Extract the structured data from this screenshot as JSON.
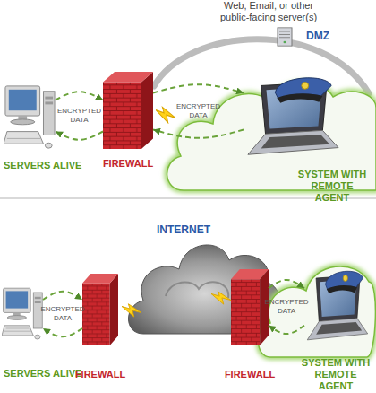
{
  "diagram": {
    "nodes": [
      {
        "text": [
          "Web, Email, or other public-facing server(s)",
          "DMZ"
        ]
      },
      {
        "text": [
          "SERVERS ALIVE"
        ]
      },
      {
        "text": [
          "FIREWALL"
        ]
      },
      {
        "text": [
          "SYSTEM WITH REMOTE AGENT"
        ]
      },
      {
        "text": [
          "INTERNET"
        ]
      },
      {
        "text": [
          "SERVERS ALIVE"
        ]
      },
      {
        "text": [
          "FIREWALL"
        ]
      },
      {
        "text": [
          "FIREWALL"
        ]
      },
      {
        "text": [
          "SYSTEM WITH REMOTE AGENT"
        ]
      }
    ],
    "edges": [
      {
        "from": 1,
        "to": 2,
        "label": "ENCRYPTED DATA",
        "arrow": "both"
      },
      {
        "from": 2,
        "to": 3,
        "label": "ENCRYPTED DATA",
        "arrow": "both"
      },
      {
        "from": 5,
        "to": 6,
        "label": "ENCRYPTED DATA",
        "arrow": "both"
      },
      {
        "from": 7,
        "to": 8,
        "label": "ENCRYPTED DATA",
        "arrow": "both"
      }
    ]
  }
}
